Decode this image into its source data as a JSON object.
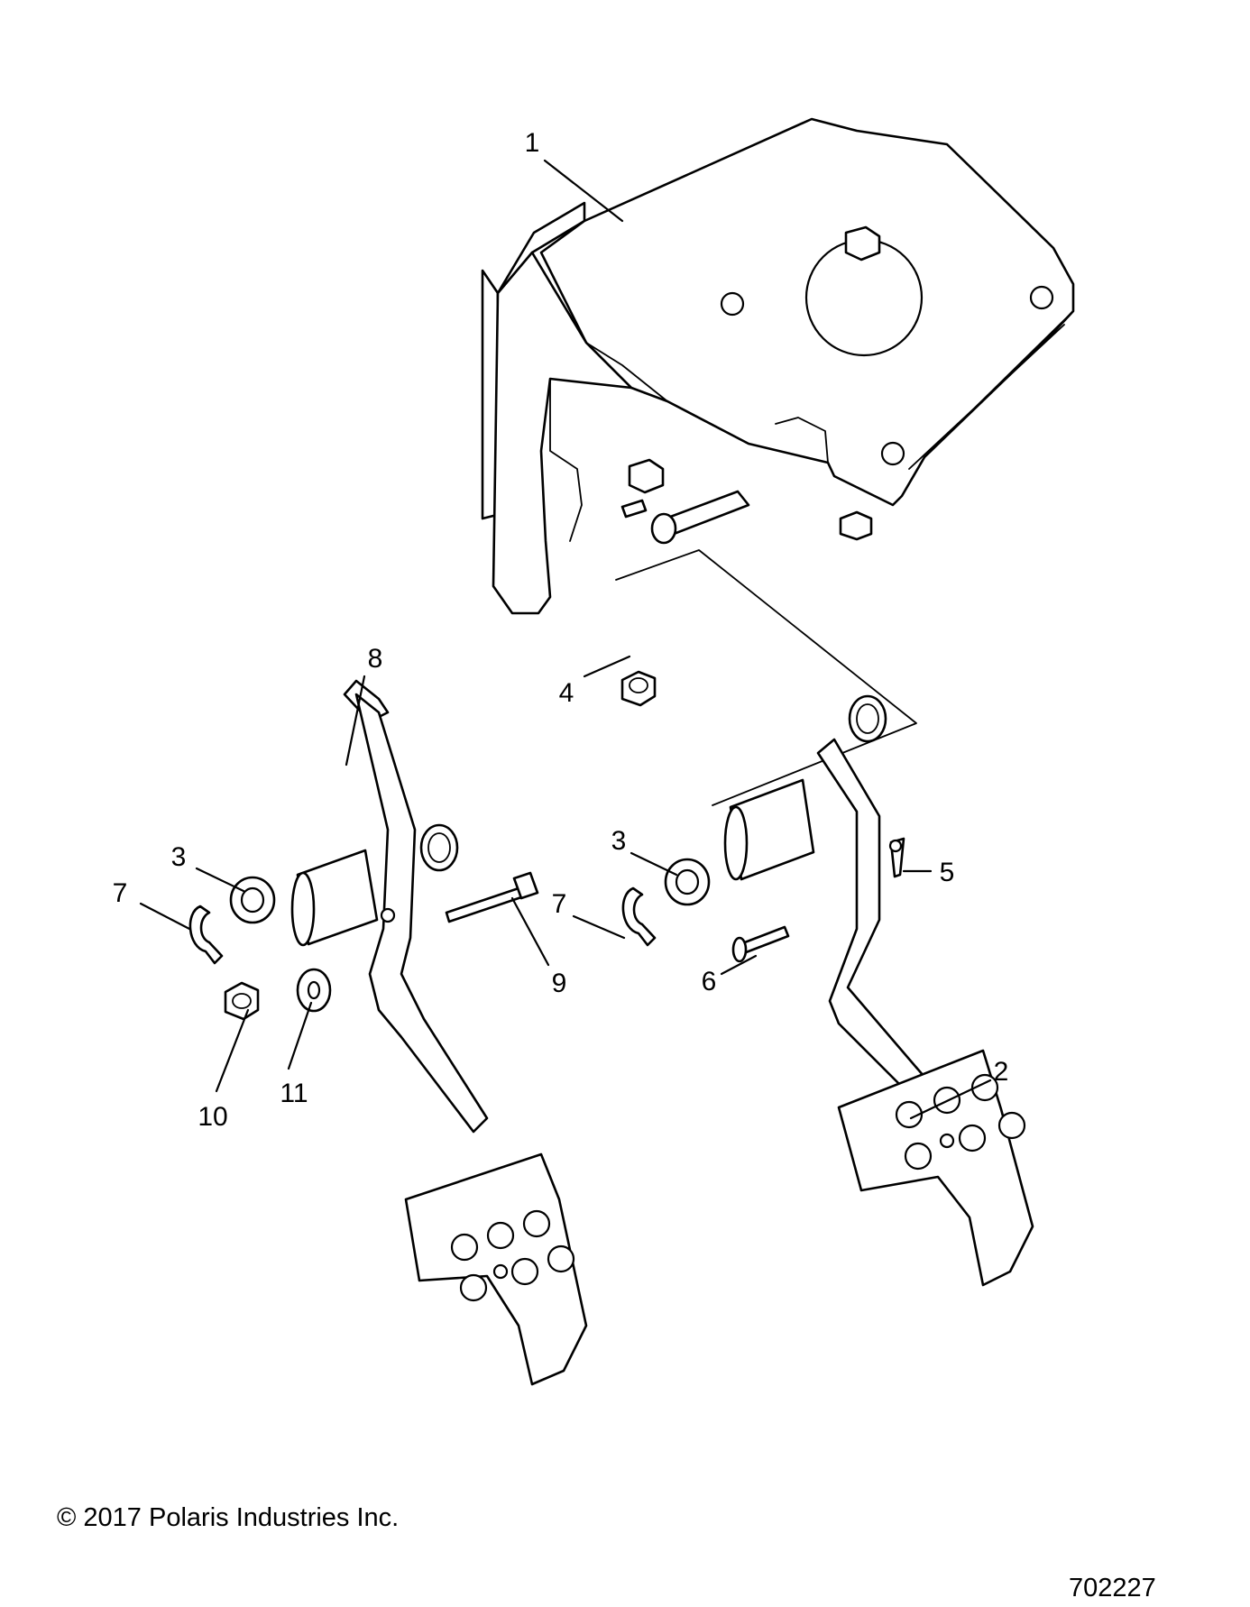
{
  "callouts": [
    {
      "id": "c1",
      "label": "1"
    },
    {
      "id": "c2",
      "label": "2"
    },
    {
      "id": "c3a",
      "label": "3"
    },
    {
      "id": "c3b",
      "label": "3"
    },
    {
      "id": "c4",
      "label": "4"
    },
    {
      "id": "c5",
      "label": "5"
    },
    {
      "id": "c6",
      "label": "6"
    },
    {
      "id": "c7a",
      "label": "7"
    },
    {
      "id": "c7b",
      "label": "7"
    },
    {
      "id": "c8",
      "label": "8"
    },
    {
      "id": "c9",
      "label": "9"
    },
    {
      "id": "c10",
      "label": "10"
    },
    {
      "id": "c11",
      "label": "11"
    }
  ],
  "footer": {
    "copyright": "© 2017 Polaris Industries Inc.",
    "figure_number": "702227"
  }
}
